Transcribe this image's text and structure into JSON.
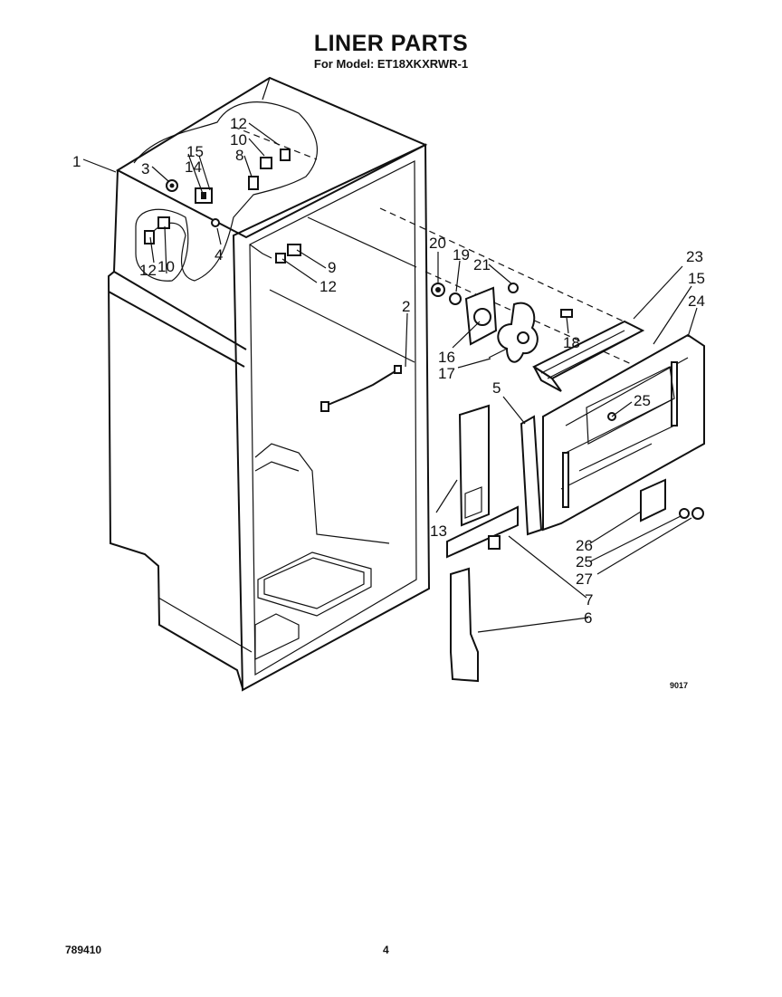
{
  "page": {
    "title": "LINER PARTS",
    "subtitle": "For Model: ET18XKXRWR-1",
    "figure_code": "9017",
    "doc_number": "789410",
    "page_number": "4"
  },
  "callouts": [
    {
      "id": "c1",
      "label": "1"
    },
    {
      "id": "c3",
      "label": "3"
    },
    {
      "id": "c15a",
      "label": "15"
    },
    {
      "id": "c14",
      "label": "14"
    },
    {
      "id": "c12a",
      "label": "12"
    },
    {
      "id": "c10a",
      "label": "10"
    },
    {
      "id": "c8",
      "label": "8"
    },
    {
      "id": "c12b",
      "label": "12"
    },
    {
      "id": "c10b",
      "label": "10"
    },
    {
      "id": "c4",
      "label": "4"
    },
    {
      "id": "c9",
      "label": "9"
    },
    {
      "id": "c12c",
      "label": "12"
    },
    {
      "id": "c2",
      "label": "2"
    },
    {
      "id": "c20",
      "label": "20"
    },
    {
      "id": "c19",
      "label": "19"
    },
    {
      "id": "c21",
      "label": "21"
    },
    {
      "id": "c23",
      "label": "23"
    },
    {
      "id": "c15b",
      "label": "15"
    },
    {
      "id": "c24",
      "label": "24"
    },
    {
      "id": "c16",
      "label": "16"
    },
    {
      "id": "c17",
      "label": "17"
    },
    {
      "id": "c18",
      "label": "18"
    },
    {
      "id": "c5",
      "label": "5"
    },
    {
      "id": "c25a",
      "label": "25"
    },
    {
      "id": "c13",
      "label": "13"
    },
    {
      "id": "c26",
      "label": "26"
    },
    {
      "id": "c25b",
      "label": "25"
    },
    {
      "id": "c27",
      "label": "27"
    },
    {
      "id": "c7",
      "label": "7"
    },
    {
      "id": "c6",
      "label": "6"
    }
  ]
}
